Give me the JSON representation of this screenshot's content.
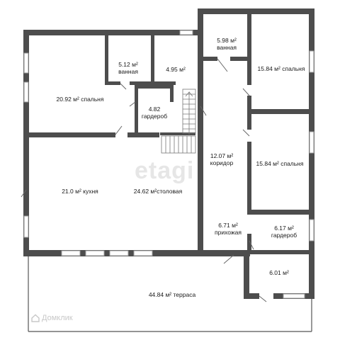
{
  "plan": {
    "rooms": [
      {
        "id": "bedroom-1",
        "area": "20.92 м²",
        "name": "спальня"
      },
      {
        "id": "bathroom-1",
        "area": "5.12 м²",
        "name": "ванная"
      },
      {
        "id": "room-small",
        "area": "4.95 м²",
        "name": ""
      },
      {
        "id": "bathroom-2",
        "area": "5.98 м²",
        "name": "ванная"
      },
      {
        "id": "bedroom-2",
        "area": "15.84 м²",
        "name": "спальня"
      },
      {
        "id": "wardrobe-1",
        "area": "4.82",
        "name": "гардероб"
      },
      {
        "id": "corridor",
        "area": "12.07 м²",
        "name": "коридор"
      },
      {
        "id": "bedroom-3",
        "area": "15.84 м²",
        "name": "спальня"
      },
      {
        "id": "kitchen",
        "area": "21.0 м²",
        "name": "кухня"
      },
      {
        "id": "dining",
        "area": "24.62 м²",
        "name": "столовая"
      },
      {
        "id": "hallway",
        "area": "6.71 м²",
        "name": "прихожая"
      },
      {
        "id": "wardrobe-2",
        "area": "6.17 м²",
        "name": "гардероб"
      },
      {
        "id": "room-small-2",
        "area": "6.01 м²",
        "name": ""
      },
      {
        "id": "terrace",
        "area": "44.84 м²",
        "name": "терраса"
      }
    ]
  },
  "watermark": "etagi",
  "brand": "Домклик",
  "colors": {
    "wall": "#4d4d4d",
    "window": "#9a9a9a",
    "background": "#ffffff"
  }
}
